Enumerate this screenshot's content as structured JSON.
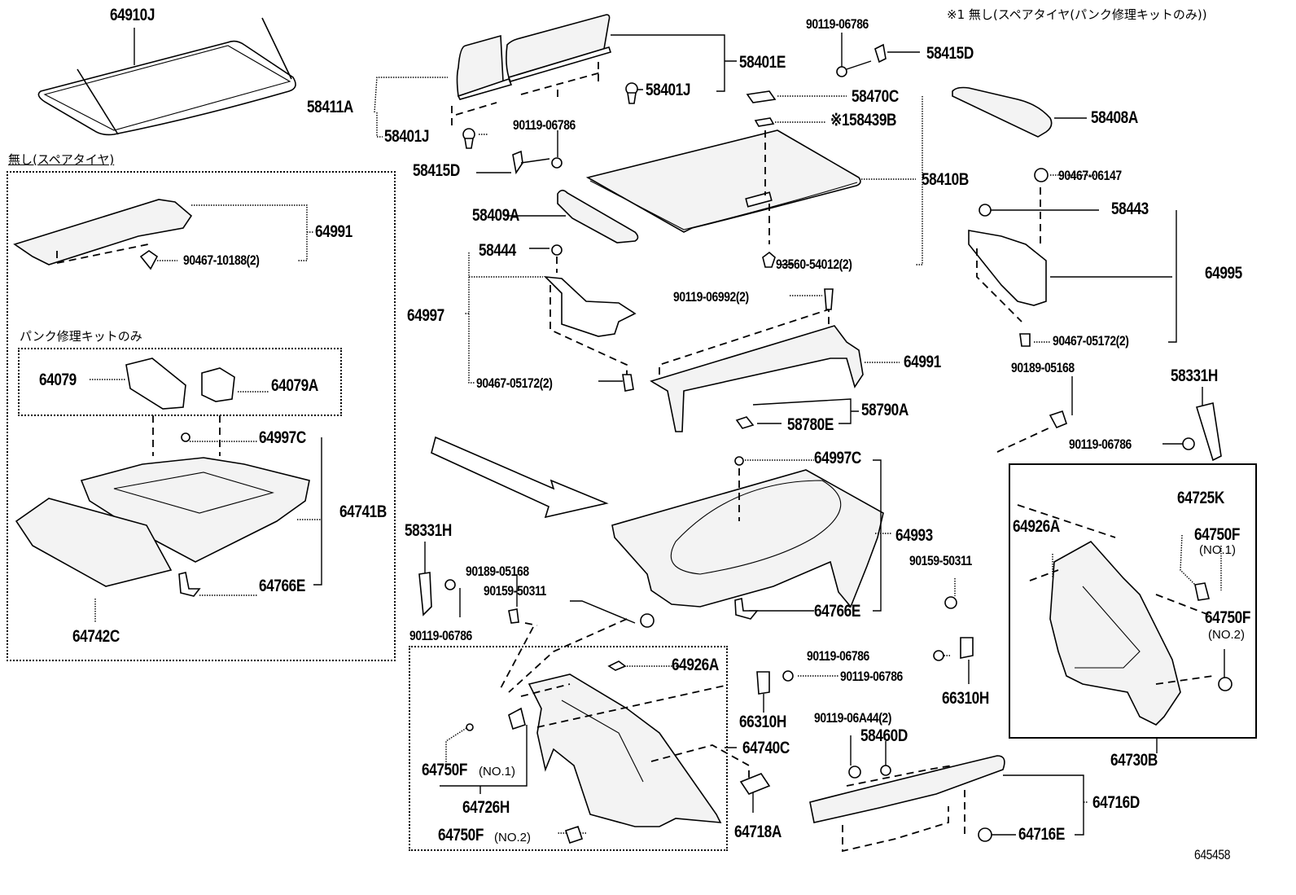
{
  "diagram": {
    "figure_id": "645458",
    "footnote": "※1 無し(スペアタイヤ(パンク修理キットのみ))",
    "sections": {
      "no_spare_tire": "無し(スペアタイヤ)",
      "puncture_kit_only": "パンク修理キットのみ"
    },
    "labels": {
      "p64910J": "64910J",
      "p58411A": "58411A",
      "p58401J_a": "58401J",
      "p58401J_b": "58401J",
      "p58401E": "58401E",
      "p90119_06786_top": "90119-06786",
      "p58415D_top": "58415D",
      "p90119_06786_mid": "90119-06786",
      "p58415D_mid": "58415D",
      "p58470C": "58470C",
      "p58439B": "※158439B",
      "p58408A": "58408A",
      "p58410B": "58410B",
      "p58409A": "58409A",
      "p90467_06147": "90467-06147",
      "p58443": "58443",
      "p64995": "64995",
      "p90467_05172_r": "90467-05172(2)",
      "p58444": "58444",
      "p64997": "64997",
      "p93560_54012": "93560-54012(2)",
      "p90119_06992": "90119-06992(2)",
      "p64991_c": "64991",
      "p90467_05172_c": "90467-05172(2)",
      "p58790A": "58790A",
      "p58780E": "58780E",
      "p64991_l": "64991",
      "p90467_10188": "90467-10188(2)",
      "p64079": "64079",
      "p64079A": "64079A",
      "p64997C_l": "64997C",
      "p64741B": "64741B",
      "p64766E_l": "64766E",
      "p64742C": "64742C",
      "p64997C_c": "64997C",
      "p64993": "64993",
      "p64766E_c": "64766E",
      "p90189_05168_r": "90189-05168",
      "p58331H_r": "58331H",
      "p90119_06786_r": "90119-06786",
      "p64725K": "64725K",
      "p64750F_r1": "64750F",
      "p64750F_r1_suf": "(NO.1)",
      "p64750F_r2": "64750F",
      "p64750F_r2_suf": "(NO.2)",
      "p64926A_r": "64926A",
      "p90159_50311_r": "90159-50311",
      "p64730B": "64730B",
      "p66310H_r": "66310H",
      "p90119_06786_br1": "90119-06786",
      "p90119_06786_br2": "90119-06786",
      "p58331H_l": "58331H",
      "p90189_05168_l": "90189-05168",
      "p90159_50311_l": "90159-50311",
      "p90119_06786_l": "90119-06786",
      "p64926A_l": "64926A",
      "p66310H_l": "66310H",
      "p64740C": "64740C",
      "p64750F_l1": "64750F",
      "p64750F_l1_suf": "(NO.1)",
      "p64726H": "64726H",
      "p64750F_l2": "64750F",
      "p64750F_l2_suf": "(NO.2)",
      "p64718A": "64718A",
      "p90119_06A44": "90119-06A44(2)",
      "p58460D": "58460D",
      "p64716D": "64716D",
      "p64716E": "64716E"
    }
  }
}
